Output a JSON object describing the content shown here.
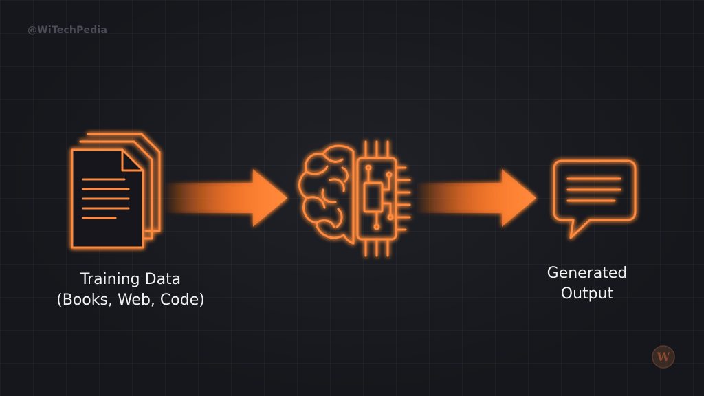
{
  "watermark": "@WiTechPedia",
  "nodes": {
    "training": {
      "label_line1": "Training Data",
      "label_line2": "(Books, Web, Code)",
      "icon": "documents-icon"
    },
    "model": {
      "icon": "brain-chip-icon"
    },
    "output": {
      "label_line1": "Generated",
      "label_line2": "Output",
      "icon": "speech-bubble-icon"
    }
  },
  "colors": {
    "background": "#15171c",
    "accent": "#ff8a3c",
    "glow": "#ff6a1a",
    "text": "#f2f2f2",
    "watermark": "#4a4d55"
  },
  "logo": {
    "letter": "W"
  }
}
